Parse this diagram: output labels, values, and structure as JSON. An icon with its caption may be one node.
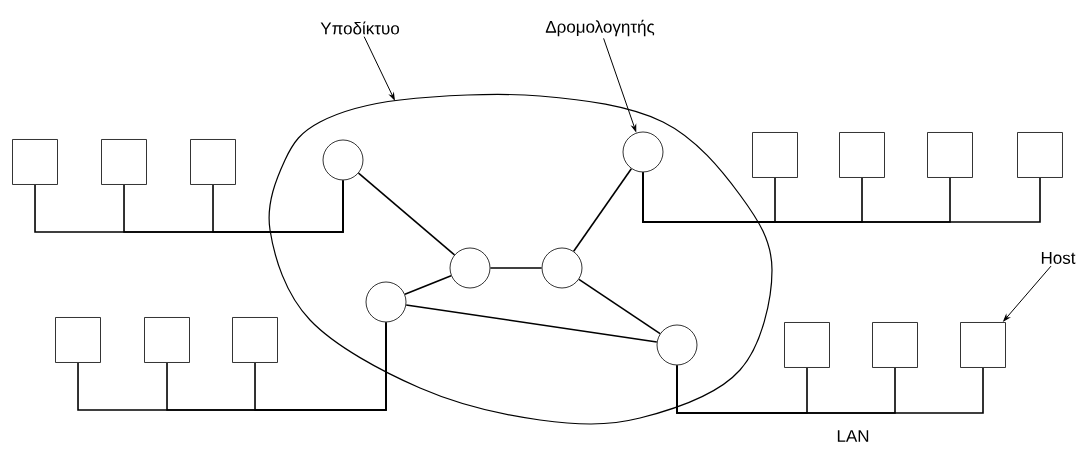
{
  "diagram": {
    "nodes": [
      {
        "text": [
          "Υποδίκτυο"
        ]
      },
      {
        "text": [
          "Δρομολογητής"
        ]
      },
      {
        "text": [
          "Host"
        ]
      },
      {
        "text": [],
        "shape": "oval"
      },
      {
        "text": [],
        "shape": "circle",
        "in": 3
      },
      {
        "text": [],
        "shape": "circle",
        "in": 3
      },
      {
        "text": [],
        "shape": "circle",
        "in": 3
      },
      {
        "text": [],
        "shape": "circle",
        "in": 3
      },
      {
        "text": [],
        "shape": "circle",
        "in": 3
      },
      {
        "text": [],
        "shape": "circle",
        "in": 3
      },
      {
        "text": [],
        "shape": "box"
      },
      {
        "text": [],
        "shape": "box"
      },
      {
        "text": [],
        "shape": "box"
      },
      {
        "text": [],
        "shape": "box"
      },
      {
        "text": [],
        "shape": "box"
      },
      {
        "text": [],
        "shape": "box"
      },
      {
        "text": [],
        "shape": "box"
      },
      {
        "text": [],
        "shape": "box"
      },
      {
        "text": [],
        "shape": "box"
      },
      {
        "text": [],
        "shape": "box"
      },
      {
        "text": [],
        "shape": "box"
      },
      {
        "text": [],
        "shape": "box"
      },
      {
        "text": [],
        "shape": "box"
      }
    ],
    "edges": [
      {
        "from": 0,
        "to": 3,
        "arrow": "to"
      },
      {
        "from": 1,
        "to": 5,
        "arrow": "to"
      },
      {
        "from": 2,
        "to": 22,
        "arrow": "to"
      },
      {
        "from": 4,
        "to": 6,
        "arrow": "none"
      },
      {
        "from": 5,
        "to": 7,
        "arrow": "none"
      },
      {
        "from": 6,
        "to": 7,
        "arrow": "none"
      },
      {
        "from": 6,
        "to": 8,
        "arrow": "none"
      },
      {
        "from": 7,
        "to": 9,
        "arrow": "none"
      },
      {
        "from": 8,
        "to": 9,
        "arrow": "none"
      },
      {
        "from": 4,
        "to": 10,
        "arrow": "none"
      },
      {
        "from": 4,
        "to": 11,
        "arrow": "none"
      },
      {
        "from": 4,
        "to": 12,
        "arrow": "none"
      },
      {
        "from": 5,
        "to": 13,
        "arrow": "none"
      },
      {
        "from": 5,
        "to": 14,
        "arrow": "none"
      },
      {
        "from": 5,
        "to": 15,
        "arrow": "none"
      },
      {
        "from": 5,
        "to": 16,
        "arrow": "none"
      },
      {
        "from": 8,
        "to": 17,
        "arrow": "none"
      },
      {
        "from": 8,
        "to": 18,
        "arrow": "none"
      },
      {
        "from": 8,
        "to": 19,
        "arrow": "none"
      },
      {
        "from": 9,
        "to": 20,
        "arrow": "none"
      },
      {
        "from": 9,
        "to": 21,
        "arrow": "none"
      },
      {
        "from": 9,
        "to": 22,
        "arrow": "none"
      }
    ],
    "labels": [
      "LAN"
    ]
  }
}
